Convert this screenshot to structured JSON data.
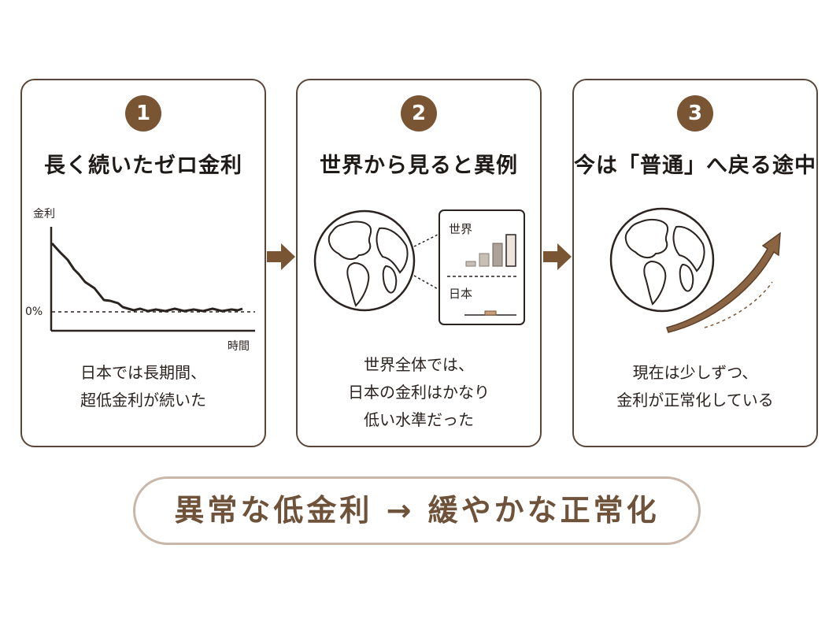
{
  "steps": [
    {
      "number": "1",
      "title": "長く続いたゼロ金利",
      "desc": [
        "日本では長期間、",
        "超低金利が続いた"
      ],
      "chart": {
        "ylabel": "金利",
        "xlabel": "時間",
        "zero_label": "0%"
      }
    },
    {
      "number": "2",
      "title": "世界から見ると異例",
      "desc": [
        "世界全体では、",
        "日本の金利はかなり",
        "低い水準だった"
      ],
      "panel": {
        "world_label": "世界",
        "japan_label": "日本"
      }
    },
    {
      "number": "3",
      "title": "今は「普通」へ戻る途中",
      "desc": [
        "現在は少しずつ、",
        "金利が正常化している"
      ]
    }
  ],
  "summary": "異常な低金利 → 緩やかな正常化",
  "colors": {
    "accent": "#7a5534",
    "border": "#5a4638",
    "summary_text": "#6e5239",
    "summary_border": "#c9b8aa",
    "bar_light": "#c8bfb7",
    "bar_mid": "#ada299",
    "bar_top": "#ece4dd",
    "japan_bar": "#c9a07a"
  },
  "icons": [
    "globe-icon",
    "right-arrow-icon",
    "upward-curve-arrow-icon"
  ]
}
